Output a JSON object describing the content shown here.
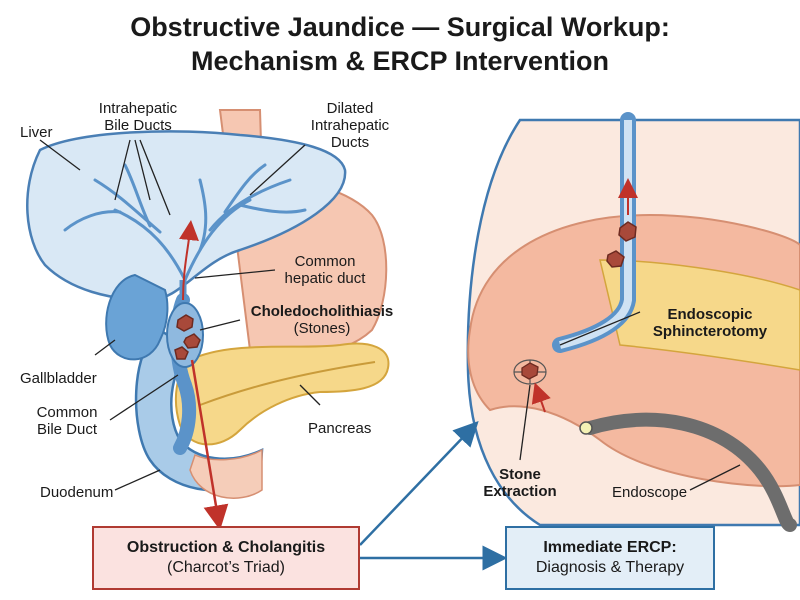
{
  "title": {
    "line1": "Obstructive Jaundice — Surgical Workup:",
    "line2": "Mechanism & ERCP Intervention"
  },
  "labels": {
    "liver": "Liver",
    "intrahepatic_line1": "Intrahepatic",
    "intrahepatic_line2": "Bile Ducts",
    "dilated_line1": "Dilated",
    "dilated_line2": "Intrahepatic",
    "dilated_line3": "Ducts",
    "common_hepatic_line1": "Common",
    "common_hepatic_line2": "hepatic duct",
    "choledocho_line1": "Choledocholithiasis",
    "choledocho_line2": "(Stones)",
    "gallbladder": "Gallbladder",
    "cbd_line1": "Common",
    "cbd_line2": "Bile Duct",
    "pancreas": "Pancreas",
    "duodenum": "Duodenum",
    "sphincterotomy_line1": "Endoscopic",
    "sphincterotomy_line2": "Sphincterotomy",
    "stone_extraction_line1": "Stone",
    "stone_extraction_line2": "Extraction",
    "endoscope": "Endoscope"
  },
  "boxes": {
    "obstruction_title": "Obstruction & Cholangitis",
    "obstruction_sub": "(Charcot’s Triad)",
    "ercp_title": "Immediate ERCP:",
    "ercp_sub": "Diagnosis & Therapy"
  },
  "colors": {
    "liver": "#d9e8f5",
    "duct": "#5b93c9",
    "stone": "#a8493a",
    "pancreas": "#f6d88a",
    "stomach": "#f4b9a0",
    "arrow_red": "#c0322a",
    "arrow_blue": "#2e6fa3"
  }
}
